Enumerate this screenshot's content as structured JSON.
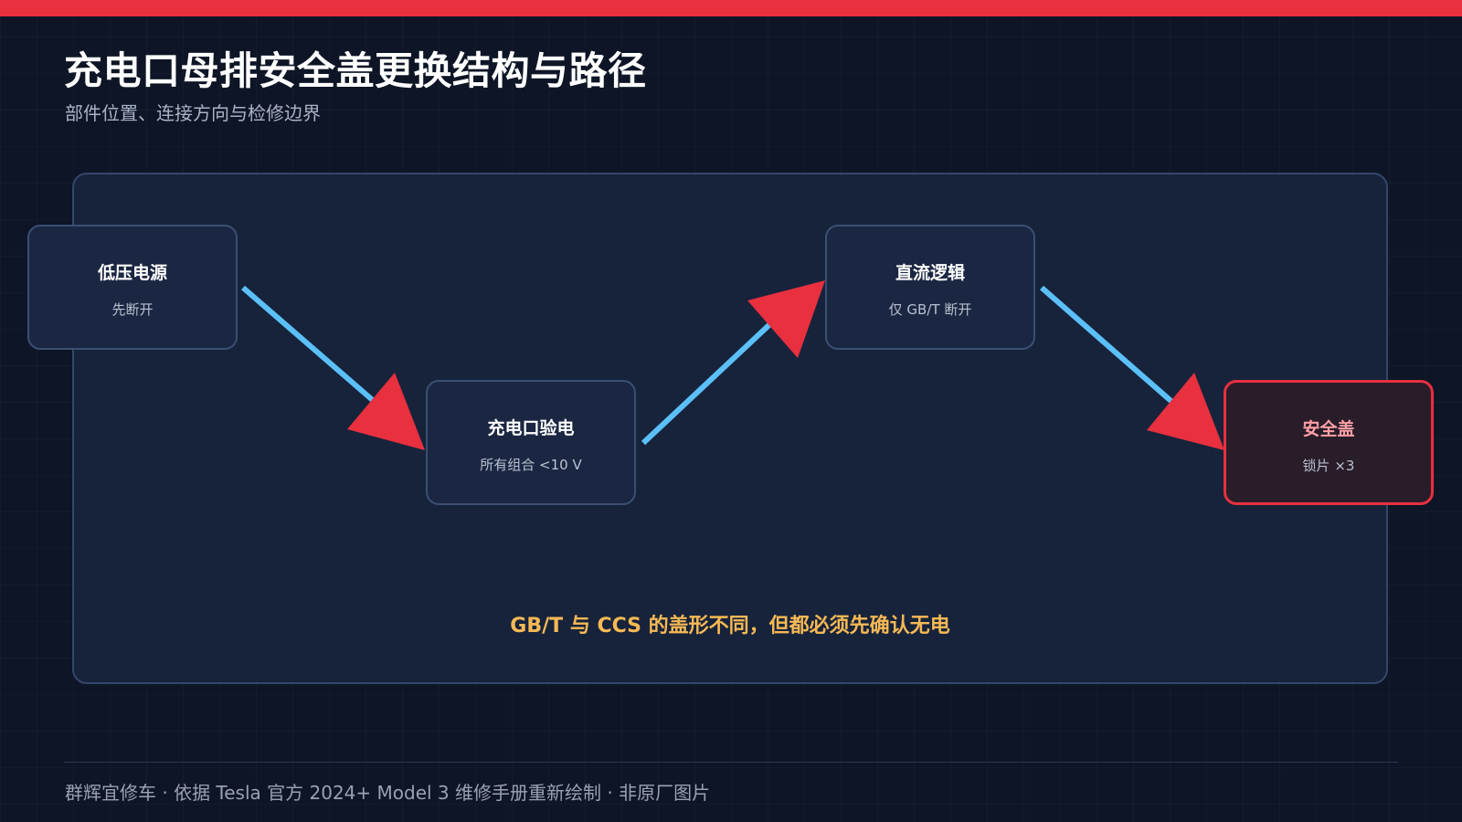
{
  "header": {
    "title": "充电口母排安全盖更换结构与路径",
    "subtitle": "部件位置、连接方向与检修边界"
  },
  "steps": [
    {
      "title": "低压电源",
      "detail": "先断开"
    },
    {
      "title": "充电口验电",
      "detail": "所有组合 <10 V"
    },
    {
      "title": "直流逻辑",
      "detail": "仅 GB/T 断开"
    },
    {
      "title": "安全盖",
      "detail": "锁片 ×3"
    }
  ],
  "note": "GB/T 与 CCS 的盖形不同，但都必须先确认无电",
  "footer": "群辉宜修车 · 依据 Tesla 官方 2024+ Model 3 维修手册重新绘制 · 非原厂图片",
  "colors": {
    "accent_red": "#e8303f",
    "connector_blue": "#5bc0f8",
    "note_amber": "#f7b955",
    "background": "#0d1526"
  }
}
